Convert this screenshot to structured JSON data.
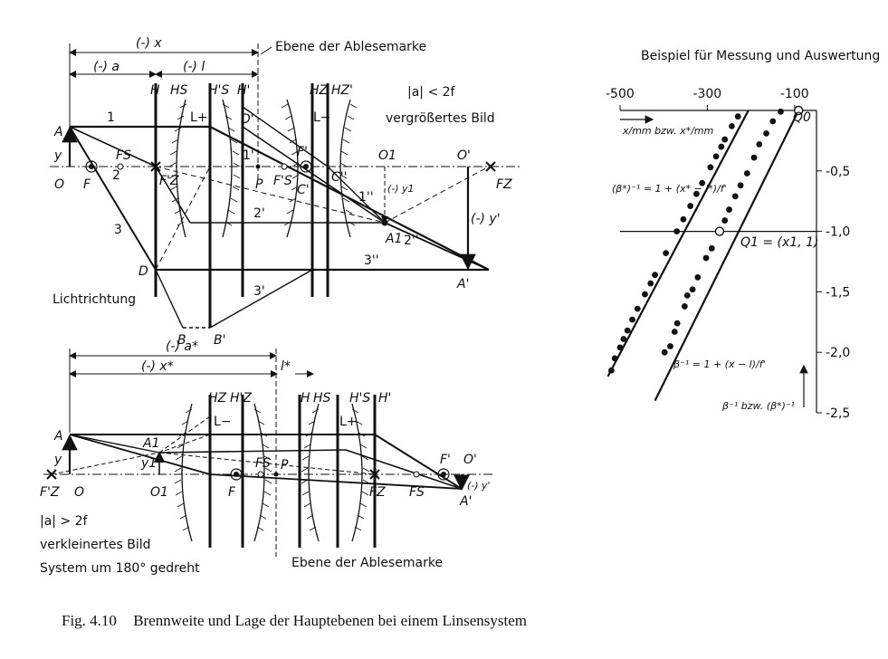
{
  "caption": {
    "number": "Fig. 4.10",
    "text": "Brennweite und Lage der Hauptebenen bei einem Linsensystem"
  },
  "top_diagram": {
    "dim_x": "(-) x",
    "dim_a": "(-) a",
    "dim_l": "(-) l",
    "plane_label": "Ebene der Ablesemarke",
    "condition": "|a| < 2f",
    "image_kind": "vergrößertes Bild",
    "light_direction": "Lichtrichtung",
    "points": {
      "A": "A",
      "O": "O",
      "y": "y",
      "F": "F",
      "Fs": "FS",
      "Fz_prime": "F'Z",
      "P": "P",
      "Fs_prime": "F'S",
      "F_prime": "F'",
      "C": "C'",
      "C2": "C''",
      "O1": "O1",
      "O_prime": "O'",
      "Fz": "FZ",
      "y1": "(-) y1",
      "y_prime": "(-) y'",
      "A1": "A1",
      "A_prime": "A'",
      "D": "D",
      "D_prime": "D'",
      "B": "B",
      "B_prime": "B'"
    },
    "planes": {
      "H": "H",
      "Hs": "HS",
      "Hs_prime": "H'S",
      "H_prime": "H'",
      "Hz": "HZ",
      "Hz_prime": "HZ'"
    },
    "lenses": {
      "Lplus": "L+",
      "Lminus": "L−"
    },
    "rays": {
      "r1": "1",
      "r2": "2",
      "r3": "3",
      "r1p": "1'",
      "r2p": "2'",
      "r3p": "3'",
      "r1pp": "1''",
      "r2pp": "2''",
      "r3pp": "3''"
    }
  },
  "bottom_diagram": {
    "dim_a": "(-) a*",
    "dim_x": "(-) x*",
    "dim_l": "l*",
    "plane_label": "Ebene der Ablesemarke",
    "condition": "|a| > 2f",
    "image_kind": "verkleinertes Bild",
    "rotation_note": "System um 180° gedreht",
    "points": {
      "A": "A",
      "y": "y",
      "Fz_prime": "F'Z",
      "O": "O",
      "A1": "A1",
      "y1": "y1",
      "O1": "O1",
      "F": "F",
      "Fs": "FS",
      "P": "P",
      "Fz": "FZ",
      "Fs2": "FS",
      "F_prime": "F'",
      "O_prime": "O'",
      "A_prime": "A'",
      "y_prime": "(-) y'"
    },
    "planes": {
      "Hz": "HZ",
      "Hz_prime": "H'Z",
      "H": "H",
      "Hs": "HS",
      "Hs_prime": "H'S",
      "H_prime": "H'"
    },
    "lenses": {
      "Lminus": "L−",
      "Lplus": "L+"
    }
  },
  "chart_data": {
    "type": "scatter",
    "title": "Beispiel für Messung und Auswertung",
    "xlabel": "x/mm bzw. x*/mm",
    "ylabel": "β⁻¹ bzw. (β*)⁻¹",
    "x_ticks": [
      "-500",
      "-300",
      "-100"
    ],
    "y_ticks": [
      "-0,5",
      "-1,0",
      "-1,5",
      "-2,0",
      "-2,5"
    ],
    "xlim": [
      -500,
      -50
    ],
    "ylim": [
      0,
      -2.5
    ],
    "grid": false,
    "point_labels": {
      "Q0": "Q0",
      "Q1": "Q1 = (x1, 1)"
    },
    "series": [
      {
        "name": "(β*)⁻¹ = 1 + (x* − l*)/f'",
        "line": [
          [
            -528,
            -2.2
          ],
          [
            -206,
            0
          ]
        ],
        "points": [
          [
            -520,
            -2.15
          ],
          [
            -512,
            -2.05
          ],
          [
            -500,
            -1.96
          ],
          [
            -492,
            -1.89
          ],
          [
            -483,
            -1.82
          ],
          [
            -472,
            -1.73
          ],
          [
            -460,
            -1.64
          ],
          [
            -443,
            -1.52
          ],
          [
            -430,
            -1.43
          ],
          [
            -420,
            -1.36
          ],
          [
            -395,
            -1.18
          ],
          [
            -370,
            -1.0
          ],
          [
            -355,
            -0.9
          ],
          [
            -339,
            -0.79
          ],
          [
            -325,
            -0.69
          ],
          [
            -312,
            -0.6
          ],
          [
            -293,
            -0.47
          ],
          [
            -280,
            -0.38
          ],
          [
            -268,
            -0.3
          ],
          [
            -260,
            -0.24
          ],
          [
            -244,
            -0.13
          ],
          [
            -230,
            -0.05
          ]
        ]
      },
      {
        "name": "β⁻¹ = 1 + (x − l)/f'",
        "line": [
          [
            -420,
            -2.4
          ],
          [
            -91,
            0
          ]
        ],
        "points": [
          [
            -398,
            -2.0
          ],
          [
            -385,
            -1.95
          ],
          [
            -375,
            -1.83
          ],
          [
            -369,
            -1.76
          ],
          [
            -352,
            -1.62
          ],
          [
            -346,
            -1.53
          ],
          [
            -334,
            -1.48
          ],
          [
            -322,
            -1.38
          ],
          [
            -303,
            -1.22
          ],
          [
            -290,
            -1.14
          ],
          [
            -272,
            -1.0
          ],
          [
            -260,
            -0.91
          ],
          [
            -250,
            -0.82
          ],
          [
            -236,
            -0.71
          ],
          [
            -224,
            -0.62
          ],
          [
            -209,
            -0.52
          ],
          [
            -193,
            -0.39
          ],
          [
            -181,
            -0.28
          ],
          [
            -165,
            -0.19
          ],
          [
            -150,
            -0.09
          ],
          [
            -132,
            -0.01
          ]
        ]
      }
    ]
  }
}
